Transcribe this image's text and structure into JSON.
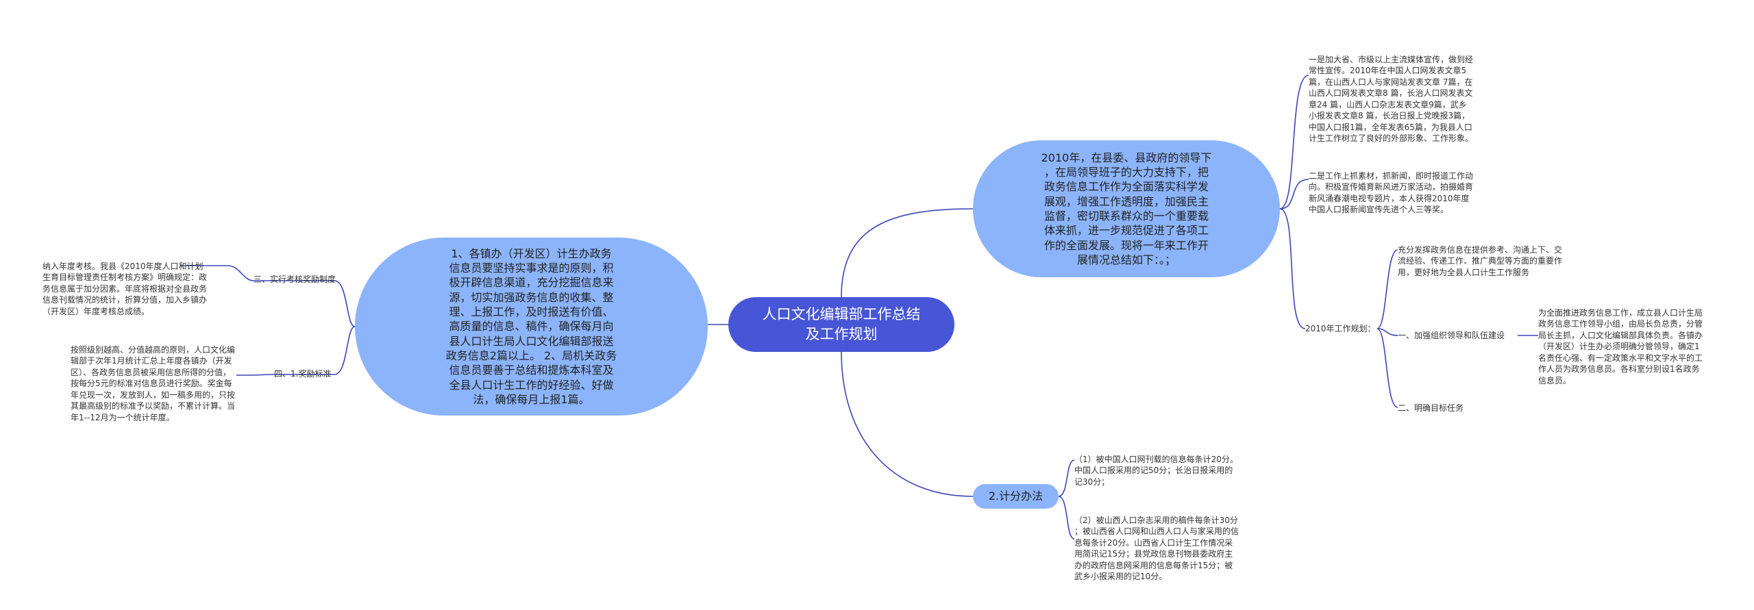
{
  "colors": {
    "root": "#4756d6",
    "bubble": "#8cb4fb",
    "line": "#3a46b8"
  },
  "root": {
    "text": "人口文化编辑部工作总结\n及工作规划"
  },
  "left_main": {
    "text": "1、各镇办（开发区）计生办政务\n信息员要坚持实事求是的原则，积\n极开辟信息渠道，充分挖掘信息来\n源，切实加强政务信息的收集、整\n理、上报工作，及时报送有价值、\n高质量的信息、稿件，确保每月向\n县人口计生局人口文化编辑部报送\n政务信息2篇以上。 2、局机关政务\n信息员要善于总结和提炼本科室及\n全县人口计生工作的好经验、好做\n法，确保每月上报1篇。"
  },
  "left_branches": [
    {
      "label": "三、实行考核奖励制度",
      "detail": "纳入年度考核。我县《2010年度人口和计划\n生育目标管理责任制考核方案》明确规定：政\n务信息属于加分因素。年底将根据对全县政务\n信息刊载情况的统计，折算分值，加入乡镇办\n（开发区）年度考核总成绩。"
    },
    {
      "label": "四、1.奖励标准",
      "detail": "按照级别越高、分值越高的原则，人口文化编\n辑部于次年1月统计汇总上年度各镇办（开发\n区）、各政务信息员被采用信息所得的分值，\n按每分5元的标准对信息员进行奖励。奖金每\n年兑现一次，发放到人，如一稿多用的，只按\n其最高级别的标准予以奖励，不累计计算。当\n年1--12月为一个统计年度。"
    }
  ],
  "right_main": {
    "text": "2010年，在县委、县政府的领导下\n，在局领导班子的大力支持下，把\n政务信息工作作为全面落实科学发\n展观，增强工作透明度，加强民主\n监督，密切联系群众的一个重要载\n体来抓，进一步规范促进了各项工\n作的全面发展。现将一年来工作开\n展情况总结如下：。；",
    "details": [
      "一是加大省、市级以上主流媒体宣传，做到经\n常性宣传。2010年在中国人口网发表文章5\n篇，在山西人口人与家网站发表文章 7篇，在\n山西人口网发表文章8 篇，长治人口网发表文\n章24 篇，山西人口杂志发表文章9篇，武乡\n小报发表文章8 篇，长治日报上党晚报3篇，\n中国人口报1篇，全年发表65篇，为我县人口\n计生工作树立了良好的外部形象、工作形象。",
      "二是工作上抓素材，抓新闻，即时报道工作动\n向。积极宣传婚育新风进万家活动，拍摄婚育\n新风涌春潮电视专题片，本人获得2010年度\n中国人口报新闻宣传先进个人三等奖。"
    ]
  },
  "plan": {
    "label": "2010年工作规划：",
    "intro": "充分发挥政务信息在提供参考、沟通上下、交\n流经验、传递工作、推广典型等方面的重要作\n用，更好地为全县人口计生工作服务",
    "item1_label": "一、加强组织领导和队伍建设",
    "item1_detail": "为全面推进政务信息工作，成立县人口计生局\n政务信息工作领导小组，由局长负总责，分管\n局长主抓，人口文化编辑部具体负责。各镇办\n（开发区）计生办必须明确分管领导，确定1\n名责任心强、有一定政策水平和文字水平的工\n作人员为政务信息员。各科室分别设1名政务\n信息员。",
    "item2_label": "二、明确目标任务"
  },
  "calc": {
    "label": "2.计分办法",
    "details": [
      "（1）被中国人口网刊载的信息每条计20分。\n中国人口报采用的记50分；长治日报采用的\n记30分；",
      "（2）被山西人口杂志采用的稿件每条计30分\n；被山西省人口网和山西人口人与家采用的信\n息每条计20分。山西省人口计生工作情况采\n用简讯记15分；县党政信息刊物县委政府主\n办的政府信息网采用的信息每条计15分；被\n武乡小报采用的记10分。"
    ]
  }
}
